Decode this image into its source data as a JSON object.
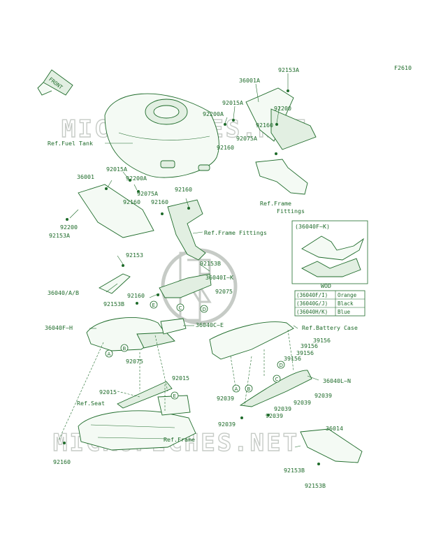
{
  "diagram_code": "F2610",
  "front_label": "FRONT",
  "watermark": "MICROFICHES.NET",
  "part_labels": [
    "92153A",
    "36001A",
    "92015A",
    "92200",
    "92200A",
    "92160",
    "92075A",
    "92160",
    "Ref.Fuel Tank",
    "92015A",
    "36001",
    "92200A",
    "92075A",
    "92160",
    "92160",
    "92160",
    "92200",
    "92153A",
    "Ref.Frame Fittings",
    "Ref.Frame",
    "Fittings",
    "92153",
    "92153B",
    "36040/A/B",
    "36040I~K",
    "92160",
    "92075",
    "92153B",
    "36040F~H",
    "36040C~E",
    "92075",
    "92015",
    "92015",
    "Ref.Seat",
    "Ref.Frame",
    "92160",
    "Ref.Battery Case",
    "39156",
    "39156",
    "39156",
    "39156",
    "36040L~N",
    "92039",
    "92039",
    "92039",
    "92039",
    "92039",
    "92039",
    "36014",
    "92153B",
    "92153B"
  ],
  "inset": {
    "title": "(36040F~K)"
  },
  "color_table": {
    "header": "WOD",
    "rows": [
      {
        "code": "(36040F/I)",
        "color": "Orange"
      },
      {
        "code": "(36040G/J)",
        "color": "Black"
      },
      {
        "code": "(36040H/K)",
        "color": "Blue"
      }
    ]
  },
  "callouts": [
    "A",
    "B",
    "C",
    "D",
    "E",
    "A",
    "B",
    "C",
    "D",
    "E"
  ],
  "colors": {
    "ink": "#1e6b2a",
    "watermark": "#c6cbc6"
  }
}
